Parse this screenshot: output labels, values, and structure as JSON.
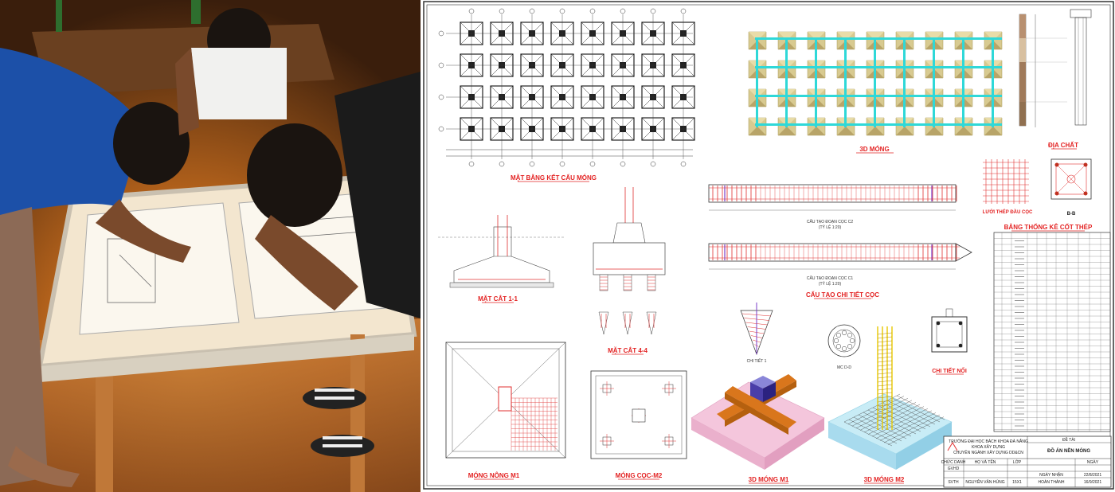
{
  "photo": {
    "description_icon": "students-drafting-photo"
  },
  "drawing": {
    "titles": {
      "foundation_plan": "MẶT BẰNG KẾT CẤU MÓNG",
      "foundation_3d": "3D MÓNG",
      "geology": "ĐỊA CHẤT",
      "pile_head_mesh": "LƯỚI THÉP ĐẦU CỌC",
      "section_bb": "B-B",
      "pile_segment_c2": "CẤU TẠO ĐOẠN CỌC C2",
      "pile_segment_c2_scale": "(TỶ LỆ 1:20)",
      "pile_segment_c1": "CẤU TẠO ĐOẠN CỌC C1",
      "pile_segment_c1_scale": "(TỶ LỆ 1:20)",
      "pile_details": "CẤU TẠO CHI TIẾT CỌC",
      "section_11": "MẶT CẮT 1-1",
      "section_44": "MẶT CẮT 4-4",
      "detail_1": "CHI TIẾT 1",
      "section_dd": "MC D-D",
      "joint_detail": "CHI TIẾT NỐI",
      "rebar_table": "BẢNG THỐNG KÊ CỐT THÉP",
      "shallow_footing": "MÓNG NÔNG M1",
      "pile_cap": "MÓNG CỌC-M2",
      "footing_3d_m1": "3D MÓNG M1",
      "footing_3d_m2": "3D MÓNG M2"
    },
    "title_block": {
      "university": "TRƯỜNG ĐẠI HỌC BÁCH KHOA ĐÀ NẴNG",
      "faculty": "KHOA XÂY DỰNG",
      "major": "CHUYÊN NGÀNH XÂY DỰNG DD&CN",
      "topic_label": "ĐỀ TÀI",
      "topic": "ĐỒ ÁN NỀN MÓNG",
      "col_role": "CHỨC DANH",
      "col_name": "HỌ VÀ TÊN",
      "col_class": "LỚP",
      "col_date": "NGÀY",
      "row_gvhd": "GVHD",
      "row_svth": "SVTH",
      "student_name": "NGUYỄN VĂN HÙNG",
      "student_class": "15X1",
      "received_label": "NGÀY NHẬN",
      "received_date": "22/8/2021",
      "finished_label": "HOÀN THÀNH",
      "finished_date": "16/9/2021"
    },
    "colors": {
      "title_red": "#e32222",
      "rebar_red": "#e03030",
      "beam_cyan": "#2fd8d8",
      "pile_gold": "#c8b060",
      "cap_pink": "#f4c6dc",
      "cap_orange": "#d9761c",
      "cap_blue": "#c8ecf6"
    }
  }
}
